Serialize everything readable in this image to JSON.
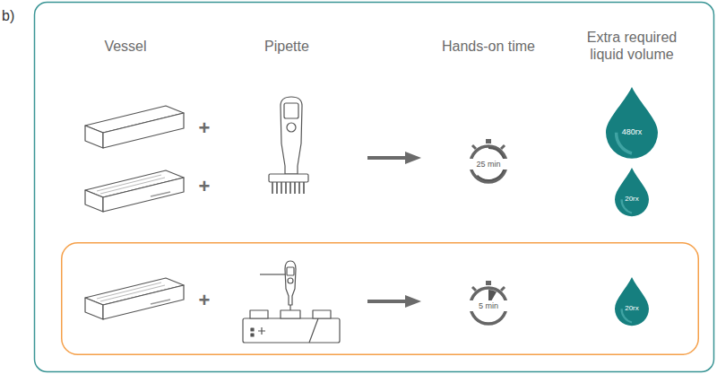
{
  "diagram": {
    "nodes": [
      {
        "text": [
          "25 min"
        ]
      },
      {
        "text": [
          "480rx"
        ]
      },
      {
        "text": [
          "20rx"
        ]
      },
      {
        "text": [
          "+"
        ]
      },
      {
        "text": [
          "5 min"
        ],
        "in": 3
      },
      {
        "text": [
          "20rx"
        ],
        "in": 3
      }
    ],
    "labels": [
      "b)",
      "Vessel",
      "Pipette",
      "Hands-on time",
      "Extra required liquid volume",
      "+",
      "+"
    ]
  }
}
